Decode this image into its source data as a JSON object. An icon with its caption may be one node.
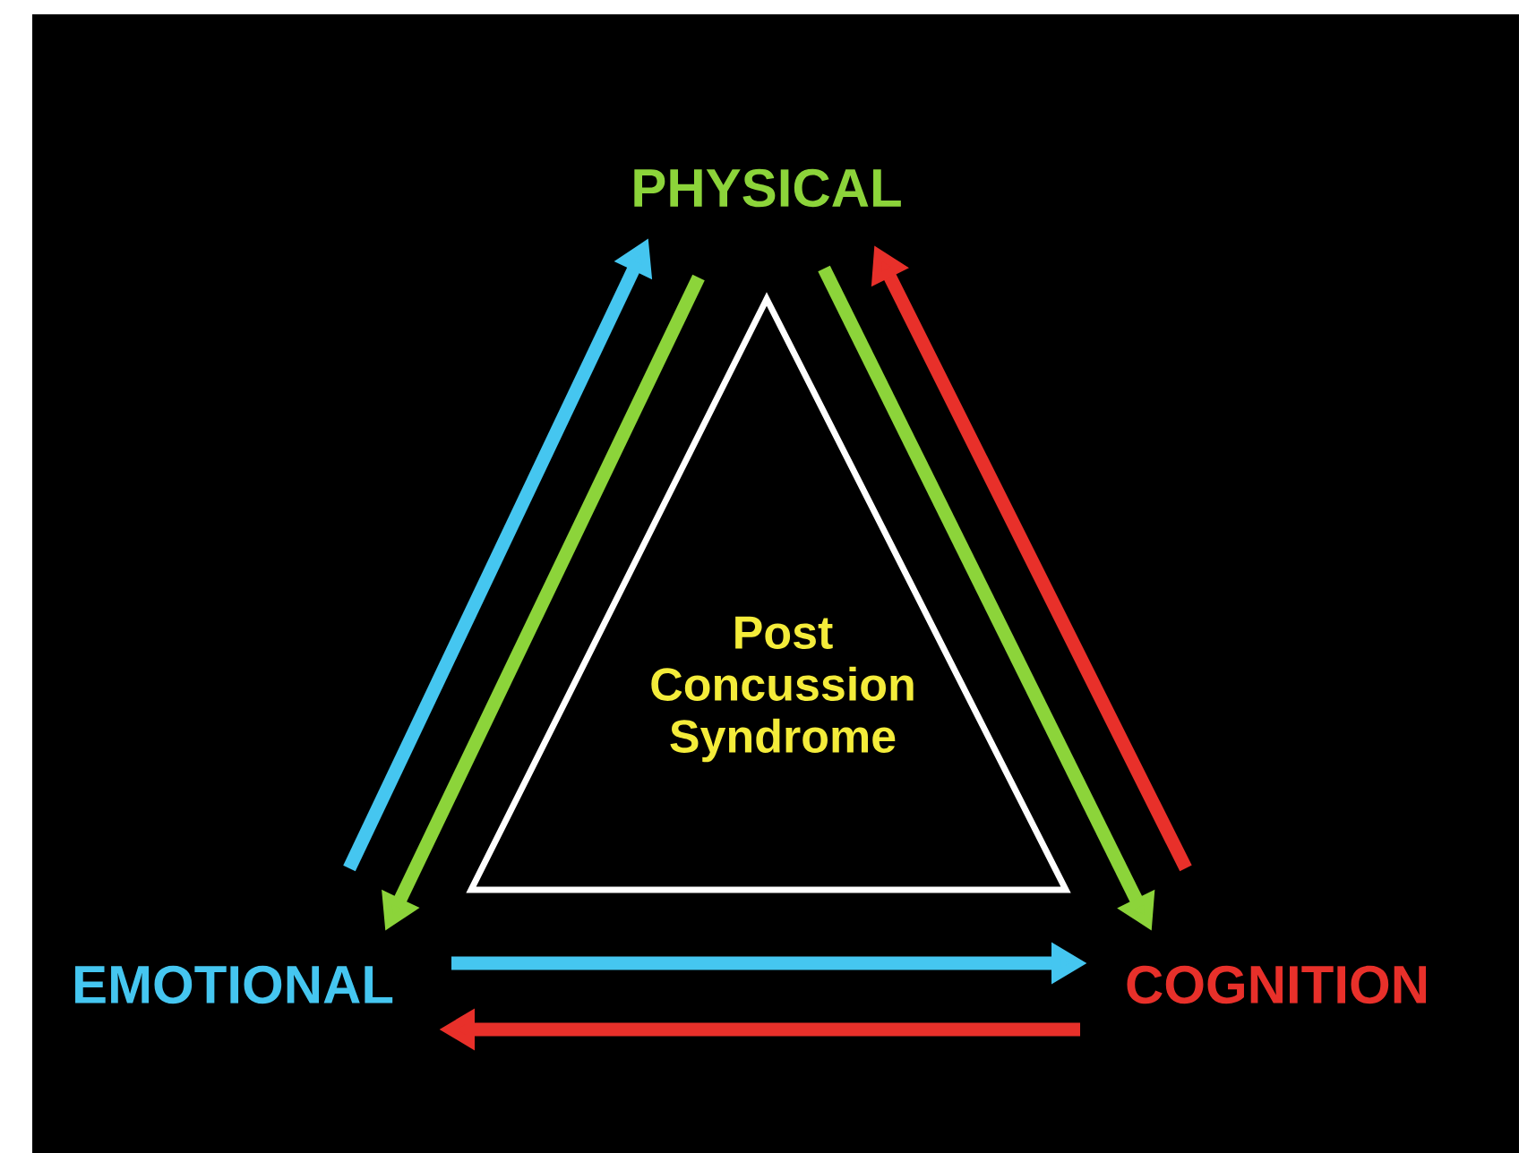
{
  "diagram": {
    "nodes": [
      {
        "text": [
          "PHYSICAL"
        ]
      },
      {
        "text": [
          "Post Concussion Syndrome"
        ]
      },
      {
        "text": [
          "EMOTIONAL"
        ]
      },
      {
        "text": [
          "COGNITION"
        ]
      }
    ],
    "edges": [
      {
        "from": 2,
        "to": 0,
        "arrow": "to",
        "color": "#45c6f0"
      },
      {
        "from": 0,
        "to": 2,
        "arrow": "to",
        "color": "#8cd43a"
      },
      {
        "from": 0,
        "to": 3,
        "arrow": "to",
        "color": "#8cd43a"
      },
      {
        "from": 3,
        "to": 0,
        "arrow": "to",
        "color": "#e8302a"
      },
      {
        "from": 2,
        "to": 3,
        "arrow": "to",
        "color": "#45c6f0"
      },
      {
        "from": 3,
        "to": 2,
        "arrow": "to",
        "color": "#e8302a"
      }
    ]
  }
}
